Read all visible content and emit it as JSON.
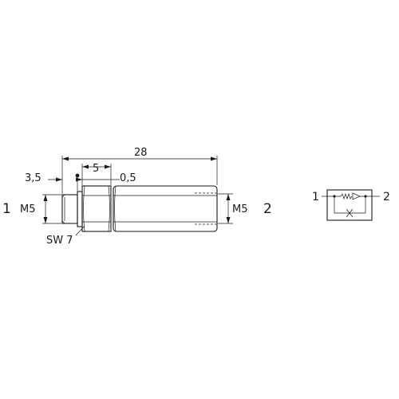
{
  "dimensions": {
    "overall_length": "28",
    "thread_length": "3,5",
    "hex_length": "5",
    "gap": "0,5",
    "wrench_size": "SW 7"
  },
  "threads": {
    "left": "M5",
    "right": "M5"
  },
  "ports": {
    "left": "1",
    "right": "2"
  },
  "symbol": {
    "port_in": "1",
    "port_out": "2"
  }
}
